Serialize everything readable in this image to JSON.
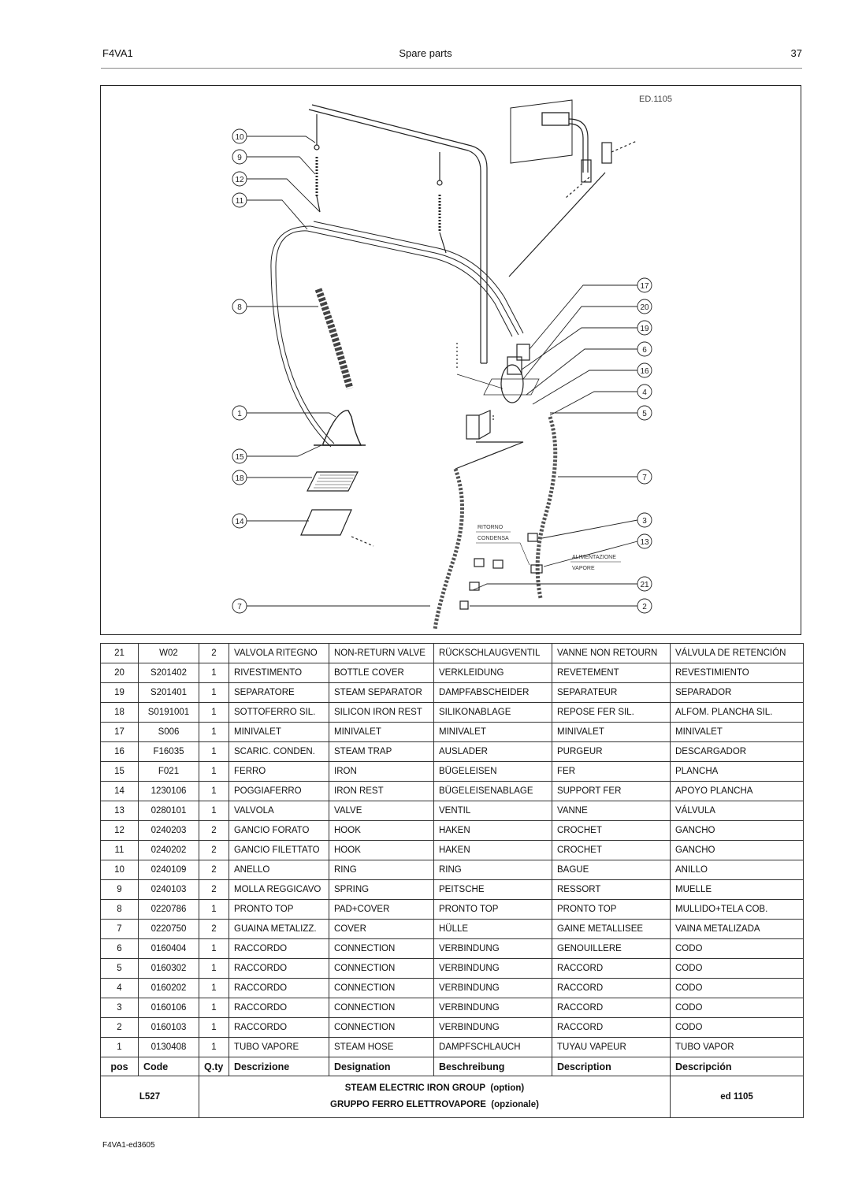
{
  "header": {
    "model": "F4VA1",
    "section": "Spare parts",
    "page": "37"
  },
  "diagram": {
    "edition": "ED.1105",
    "callouts": [
      "10",
      "9",
      "12",
      "11",
      "8",
      "1",
      "15",
      "18",
      "14",
      "7",
      "17",
      "20",
      "19",
      "6",
      "16",
      "4",
      "5",
      "7",
      "3",
      "13",
      "21",
      "2"
    ],
    "labels": {
      "ritorno": "RITORNO",
      "condensa": "CONDENSA",
      "alimentazione": "ALIMENTAZIONE",
      "vapore": "VAPORE"
    }
  },
  "columns": [
    "pos",
    "Code",
    "Q.ty",
    "Descrizione",
    "Designation",
    "Beschreibung",
    "Description",
    "Descripción"
  ],
  "rows": [
    [
      "21",
      "W02",
      "2",
      "VALVOLA RITEGNO",
      "NON-RETURN VALVE",
      "RÜCKSCHLAUGVENTIL",
      "VANNE NON RETOURN",
      "VÁLVULA DE RETENCIÓN"
    ],
    [
      "20",
      "S201402",
      "1",
      "RIVESTIMENTO",
      "BOTTLE COVER",
      "VERKLEIDUNG",
      "REVETEMENT",
      "REVESTIMIENTO"
    ],
    [
      "19",
      "S201401",
      "1",
      "SEPARATORE",
      "STEAM SEPARATOR",
      "DAMPFABSCHEIDER",
      "SEPARATEUR",
      "SEPARADOR"
    ],
    [
      "18",
      "S0191001",
      "1",
      "SOTTOFERRO SIL.",
      "SILICON IRON REST",
      "SILIKONABLAGE",
      "REPOSE FER SIL.",
      "ALFOM. PLANCHA SIL."
    ],
    [
      "17",
      "S006",
      "1",
      "MINIVALET",
      "MINIVALET",
      "MINIVALET",
      "MINIVALET",
      "MINIVALET"
    ],
    [
      "16",
      "F16035",
      "1",
      "SCARIC. CONDEN.",
      "STEAM TRAP",
      "AUSLADER",
      "PURGEUR",
      "DESCARGADOR"
    ],
    [
      "15",
      "F021",
      "1",
      "FERRO",
      "IRON",
      "BÜGELEISEN",
      "FER",
      "PLANCHA"
    ],
    [
      "14",
      "1230106",
      "1",
      "POGGIAFERRO",
      "IRON REST",
      "BÜGELEISENABLAGE",
      "SUPPORT FER",
      "APOYO PLANCHA"
    ],
    [
      "13",
      "0280101",
      "1",
      "VALVOLA",
      "VALVE",
      "VENTIL",
      "VANNE",
      "VÁLVULA"
    ],
    [
      "12",
      "0240203",
      "2",
      "GANCIO FORATO",
      "HOOK",
      "HAKEN",
      "CROCHET",
      "GANCHO"
    ],
    [
      "11",
      "0240202",
      "2",
      "GANCIO FILETTATO",
      "HOOK",
      "HAKEN",
      "CROCHET",
      "GANCHO"
    ],
    [
      "10",
      "0240109",
      "2",
      "ANELLO",
      "RING",
      "RING",
      "BAGUE",
      "ANILLO"
    ],
    [
      "9",
      "0240103",
      "2",
      "MOLLA REGGICAVO",
      "SPRING",
      "PEITSCHE",
      "RESSORT",
      "MUELLE"
    ],
    [
      "8",
      "0220786",
      "1",
      "PRONTO TOP",
      "PAD+COVER",
      "PRONTO TOP",
      "PRONTO TOP",
      "MULLIDO+TELA COB."
    ],
    [
      "7",
      "0220750",
      "2",
      "GUAINA METALIZZ.",
      "COVER",
      "HÜLLE",
      "GAINE METALLISEE",
      "VAINA METALIZADA"
    ],
    [
      "6",
      "0160404",
      "1",
      "RACCORDO",
      "CONNECTION",
      "VERBINDUNG",
      "GENOUILLERE",
      "CODO"
    ],
    [
      "5",
      "0160302",
      "1",
      "RACCORDO",
      "CONNECTION",
      "VERBINDUNG",
      "RACCORD",
      "CODO"
    ],
    [
      "4",
      "0160202",
      "1",
      "RACCORDO",
      "CONNECTION",
      "VERBINDUNG",
      "RACCORD",
      "CODO"
    ],
    [
      "3",
      "0160106",
      "1",
      "RACCORDO",
      "CONNECTION",
      "VERBINDUNG",
      "RACCORD",
      "CODO"
    ],
    [
      "2",
      "0160103",
      "1",
      "RACCORDO",
      "CONNECTION",
      "VERBINDUNG",
      "RACCORD",
      "CODO"
    ],
    [
      "1",
      "0130408",
      "1",
      "TUBO VAPORE",
      "STEAM HOSE",
      "DAMPFSCHLAUCH",
      "TUYAU VAPEUR",
      "TUBO VAPOR"
    ]
  ],
  "title_block": {
    "code": "L527",
    "title_en": "STEAM ELECTRIC IRON GROUP",
    "title_en_suffix": "(option)",
    "title_it": "GRUPPO FERRO ELETTROVAPORE",
    "title_it_suffix": "(opzionale)",
    "edition": "ed 1105"
  },
  "footer": {
    "doc_code": "F4VA1-ed3605"
  }
}
